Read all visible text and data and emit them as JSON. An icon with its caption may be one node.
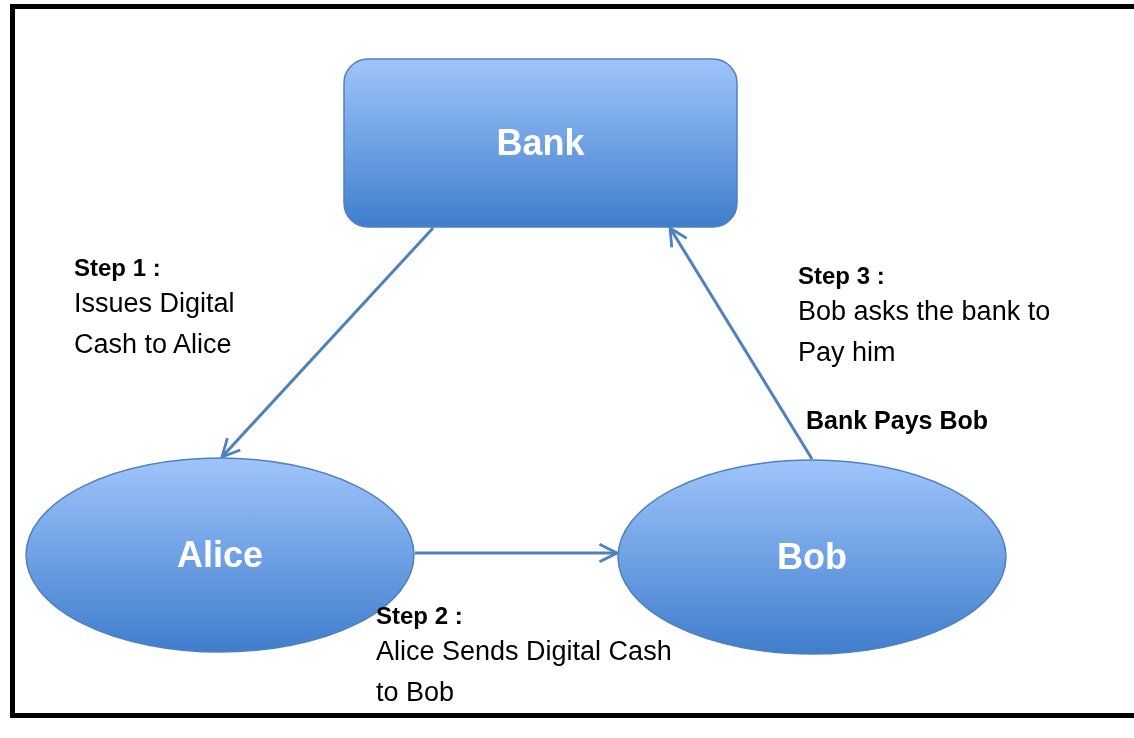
{
  "diagram": {
    "nodes": [
      {
        "text": [
          "Bank"
        ]
      },
      {
        "text": [
          "Alice"
        ]
      },
      {
        "text": [
          "Bob"
        ]
      }
    ],
    "edges": [
      {
        "from": 0,
        "to": 1,
        "arrow": "to",
        "label": "**Step 1 :** Issues Digital Cash to Alice"
      },
      {
        "from": 1,
        "to": 2,
        "arrow": "to",
        "label": "**Step 2 :** Alice Sends Digital Cash to Bob"
      },
      {
        "from": 2,
        "to": 0,
        "arrow": "to",
        "label": "**Step 3 :** Bob asks the bank to Pay him"
      }
    ],
    "labels": [
      "Bank Pays Bob"
    ]
  }
}
